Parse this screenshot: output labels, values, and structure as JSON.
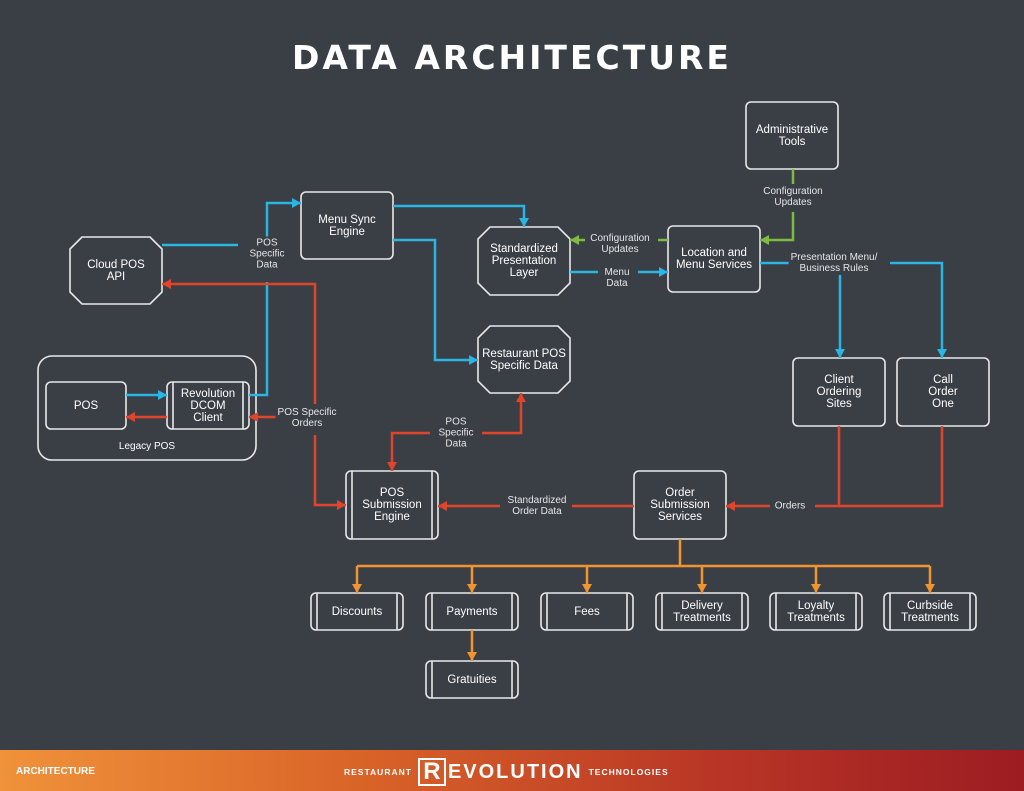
{
  "title": "DATA ARCHITECTURE",
  "colors": {
    "background": "#3a3e45",
    "blue": "#2bb5e4",
    "red": "#e0452c",
    "green": "#7fbb44",
    "orange": "#f09430",
    "box": "#e8e8e8"
  },
  "nodes": {
    "admin": "Administrative\nTools",
    "cloud_pos": "Cloud POS\nAPI",
    "menu_sync": "Menu Sync\nEngine",
    "spl": "Standardized\nPresentation\nLayer",
    "lms": "Location and\nMenu Services",
    "rpos": "Restaurant POS\nSpecific Data",
    "legacy_pos": "Legacy POS",
    "pos": "POS",
    "dcom": "Revolution\nDCOM\nClient",
    "cos": "Client\nOrdering\nSites",
    "coo": "Call\nOrder\nOne",
    "pse": "POS\nSubmission\nEngine",
    "oss": "Order\nSubmission\nServices",
    "discounts": "Discounts",
    "payments": "Payments",
    "fees": "Fees",
    "delivery": "Delivery\nTreatments",
    "loyalty": "Loyalty\nTreatments",
    "curbside": "Curbside\nTreatments",
    "gratuities": "Gratuities"
  },
  "edge_labels": {
    "pos_specific_data_1": "POS\nSpecific\nData",
    "pos_specific_orders": "POS Specific\nOrders",
    "pos_specific_data_2": "POS\nSpecific\nData",
    "config_updates_1": "Configuration\nUpdates",
    "config_updates_2": "Configuration\nUpdates",
    "menu_data": "Menu\nData",
    "presentation_menu": "Presentation Menu/\nBusiness Rules",
    "standardized_order_data": "Standardized\nOrder Data",
    "orders": "Orders"
  },
  "footer": {
    "section": "ARCHITECTURE",
    "brand_prefix": "RESTAURANT",
    "brand_logo_letter": "R",
    "brand_name": "EVOLUTION",
    "brand_suffix": "TECHNOLOGIES"
  }
}
